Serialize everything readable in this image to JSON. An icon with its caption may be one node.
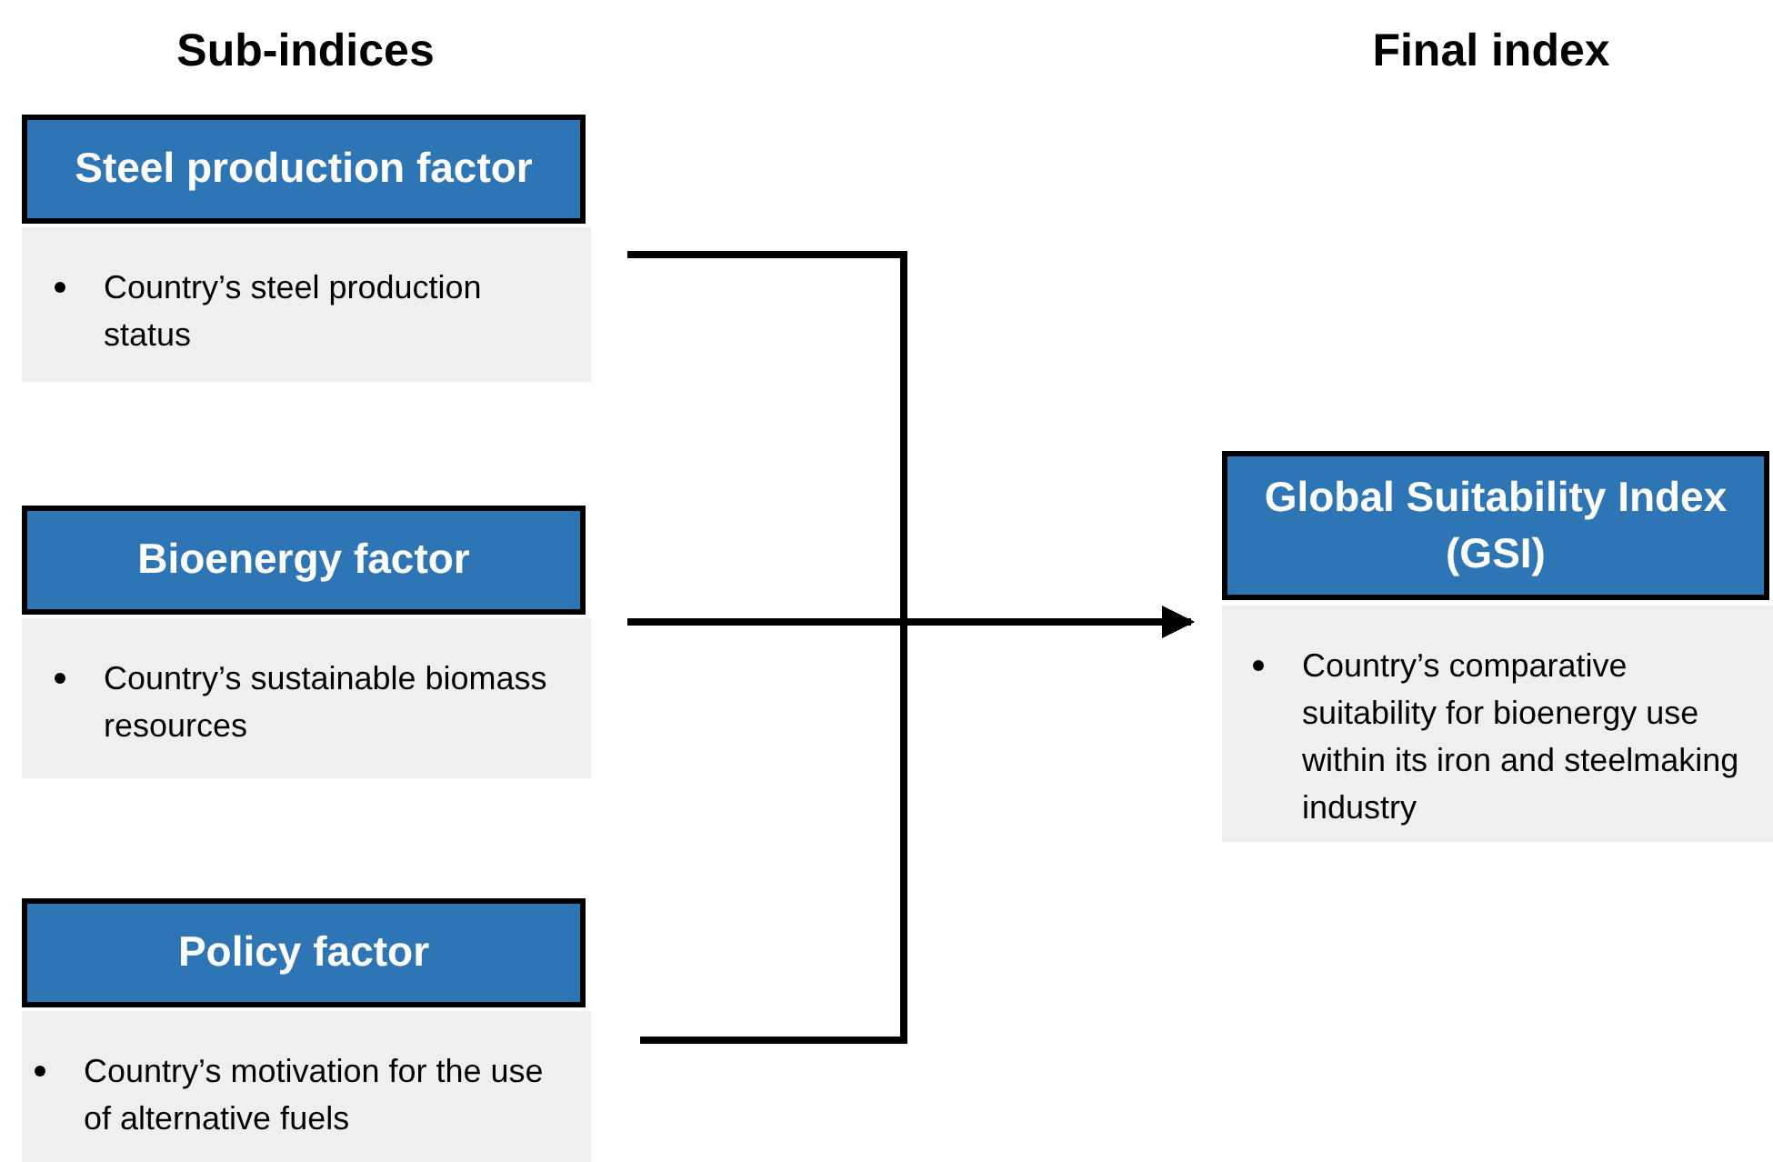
{
  "diagram": {
    "nodes": [
      {
        "text": [
          "Steel production factor"
        ]
      },
      {
        "text": [
          "Country’s steel production status"
        ]
      },
      {
        "text": [
          "Bioenergy factor"
        ]
      },
      {
        "text": [
          "Country’s sustainable biomass resources"
        ]
      },
      {
        "text": [
          "Policy factor"
        ]
      },
      {
        "text": [
          "Country’s motivation for the use of alternative fuels"
        ]
      },
      {
        "text": [
          "Global Suitability Index (GSI)"
        ]
      },
      {
        "text": [
          "Country’s comparative suitability for bioenergy use within its iron and steelmaking industry"
        ]
      }
    ],
    "edges": [
      {
        "from": 1,
        "to": 7,
        "arrow": "to"
      },
      {
        "from": 3,
        "to": 7,
        "arrow": "to"
      },
      {
        "from": 5,
        "to": 7,
        "arrow": "to"
      }
    ],
    "labels": [
      "Sub-indices",
      "Final index"
    ]
  }
}
